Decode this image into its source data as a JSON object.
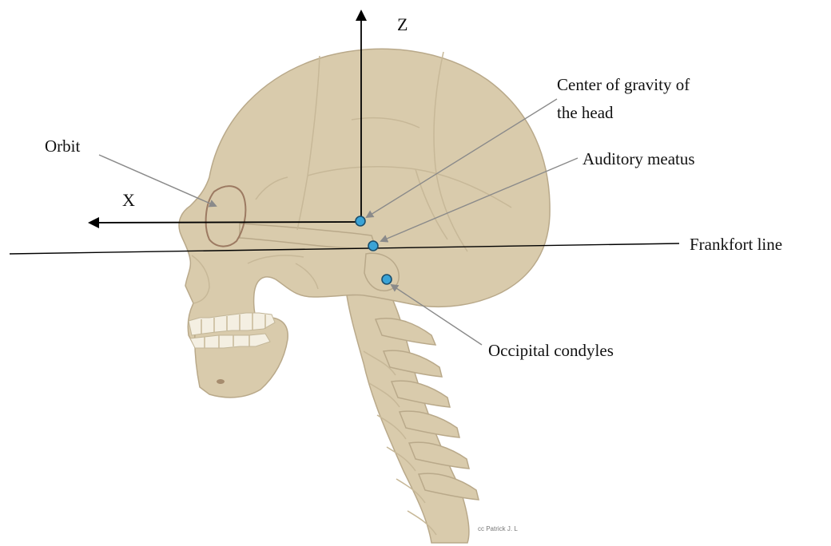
{
  "axes": {
    "x_label": "X",
    "z_label": "Z"
  },
  "labels": {
    "orbit": "Orbit",
    "center_gravity_line1": "Center of gravity of",
    "center_gravity_line2": "the head",
    "auditory_meatus": "Auditory meatus",
    "frankfort_line": "Frankfort line",
    "occipital_condyles": "Occipital condyles"
  },
  "credit": "cc Patrick J. L",
  "colors": {
    "bone": "#d9cbac",
    "bone_outline": "#b9a98a",
    "landmark_fill": "#3aa3d6",
    "landmark_stroke": "#1a4f6e",
    "pointer": "#8a8a8a",
    "axis": "#000000"
  }
}
